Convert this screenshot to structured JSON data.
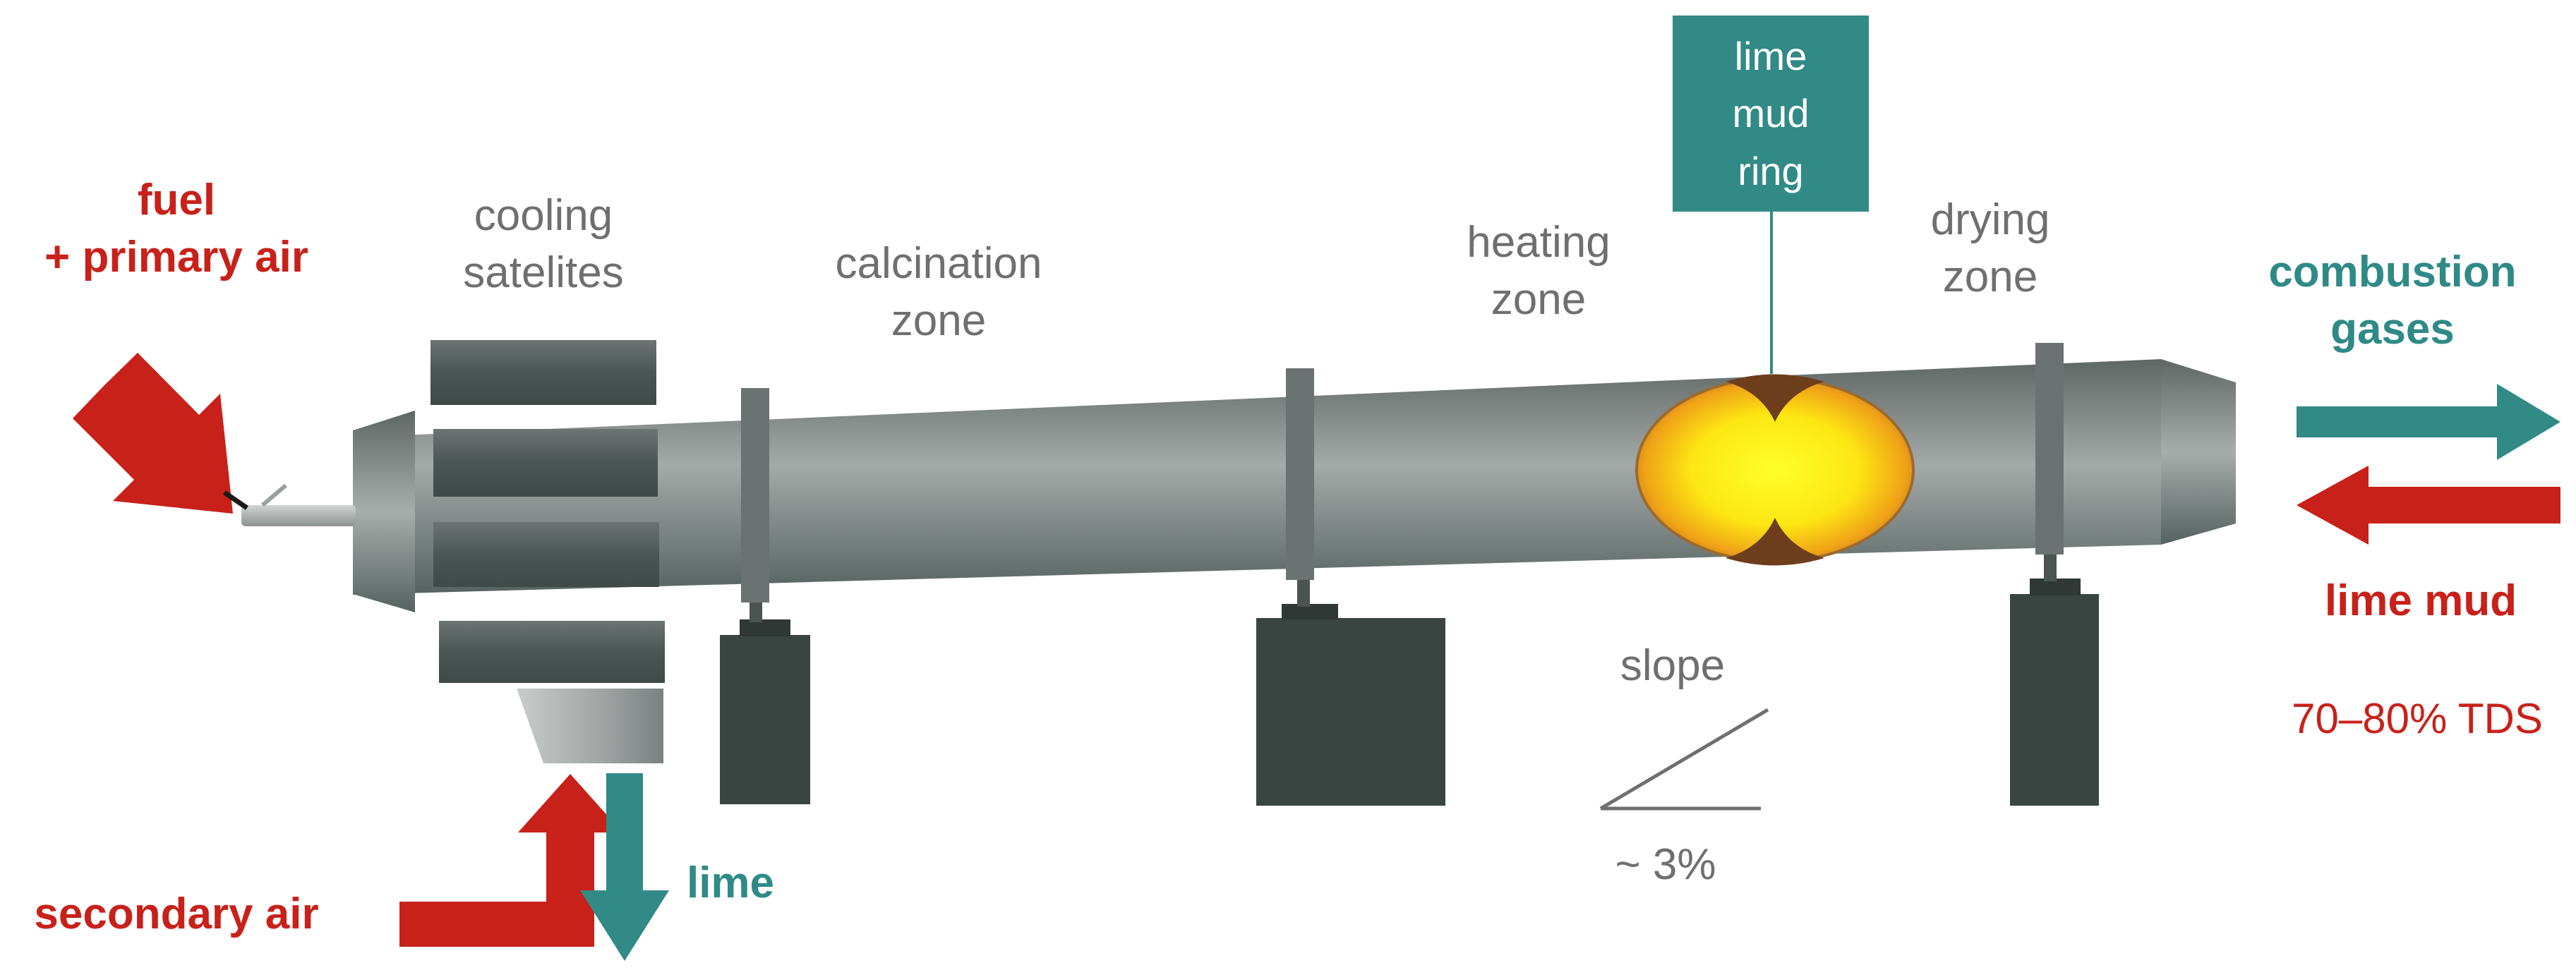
{
  "labels": {
    "fuel": "fuel",
    "primary_air": "+ primary air",
    "cooling_1": "cooling",
    "cooling_2": "satelites",
    "calcination_1": "calcination",
    "calcination_2": "zone",
    "heating_1": "heating",
    "heating_2": "zone",
    "ring_1": "lime",
    "ring_2": "mud",
    "ring_3": "ring",
    "drying_1": "drying",
    "drying_2": "zone",
    "combustion_1": "combustion",
    "combustion_2": "gases",
    "lime_mud": "lime mud",
    "tds": "70–80% TDS",
    "slope": "slope",
    "slope_value": "~ 3%",
    "secondary_air": "secondary air",
    "lime": "lime"
  },
  "colors": {
    "red": "#c8211a",
    "teal": "#2f8a87",
    "kiln_gray": "#8f9694",
    "dark_support": "#3a4541",
    "label_gray": "#6f6f6f"
  },
  "icons": {
    "fuel_arrow": "arrow-down-right-icon",
    "secondary_air_arrow": "arrow-elbow-up-icon",
    "lime_arrow": "arrow-down-icon",
    "combustion_arrow": "arrow-right-icon",
    "lime_mud_arrow": "arrow-left-icon"
  }
}
